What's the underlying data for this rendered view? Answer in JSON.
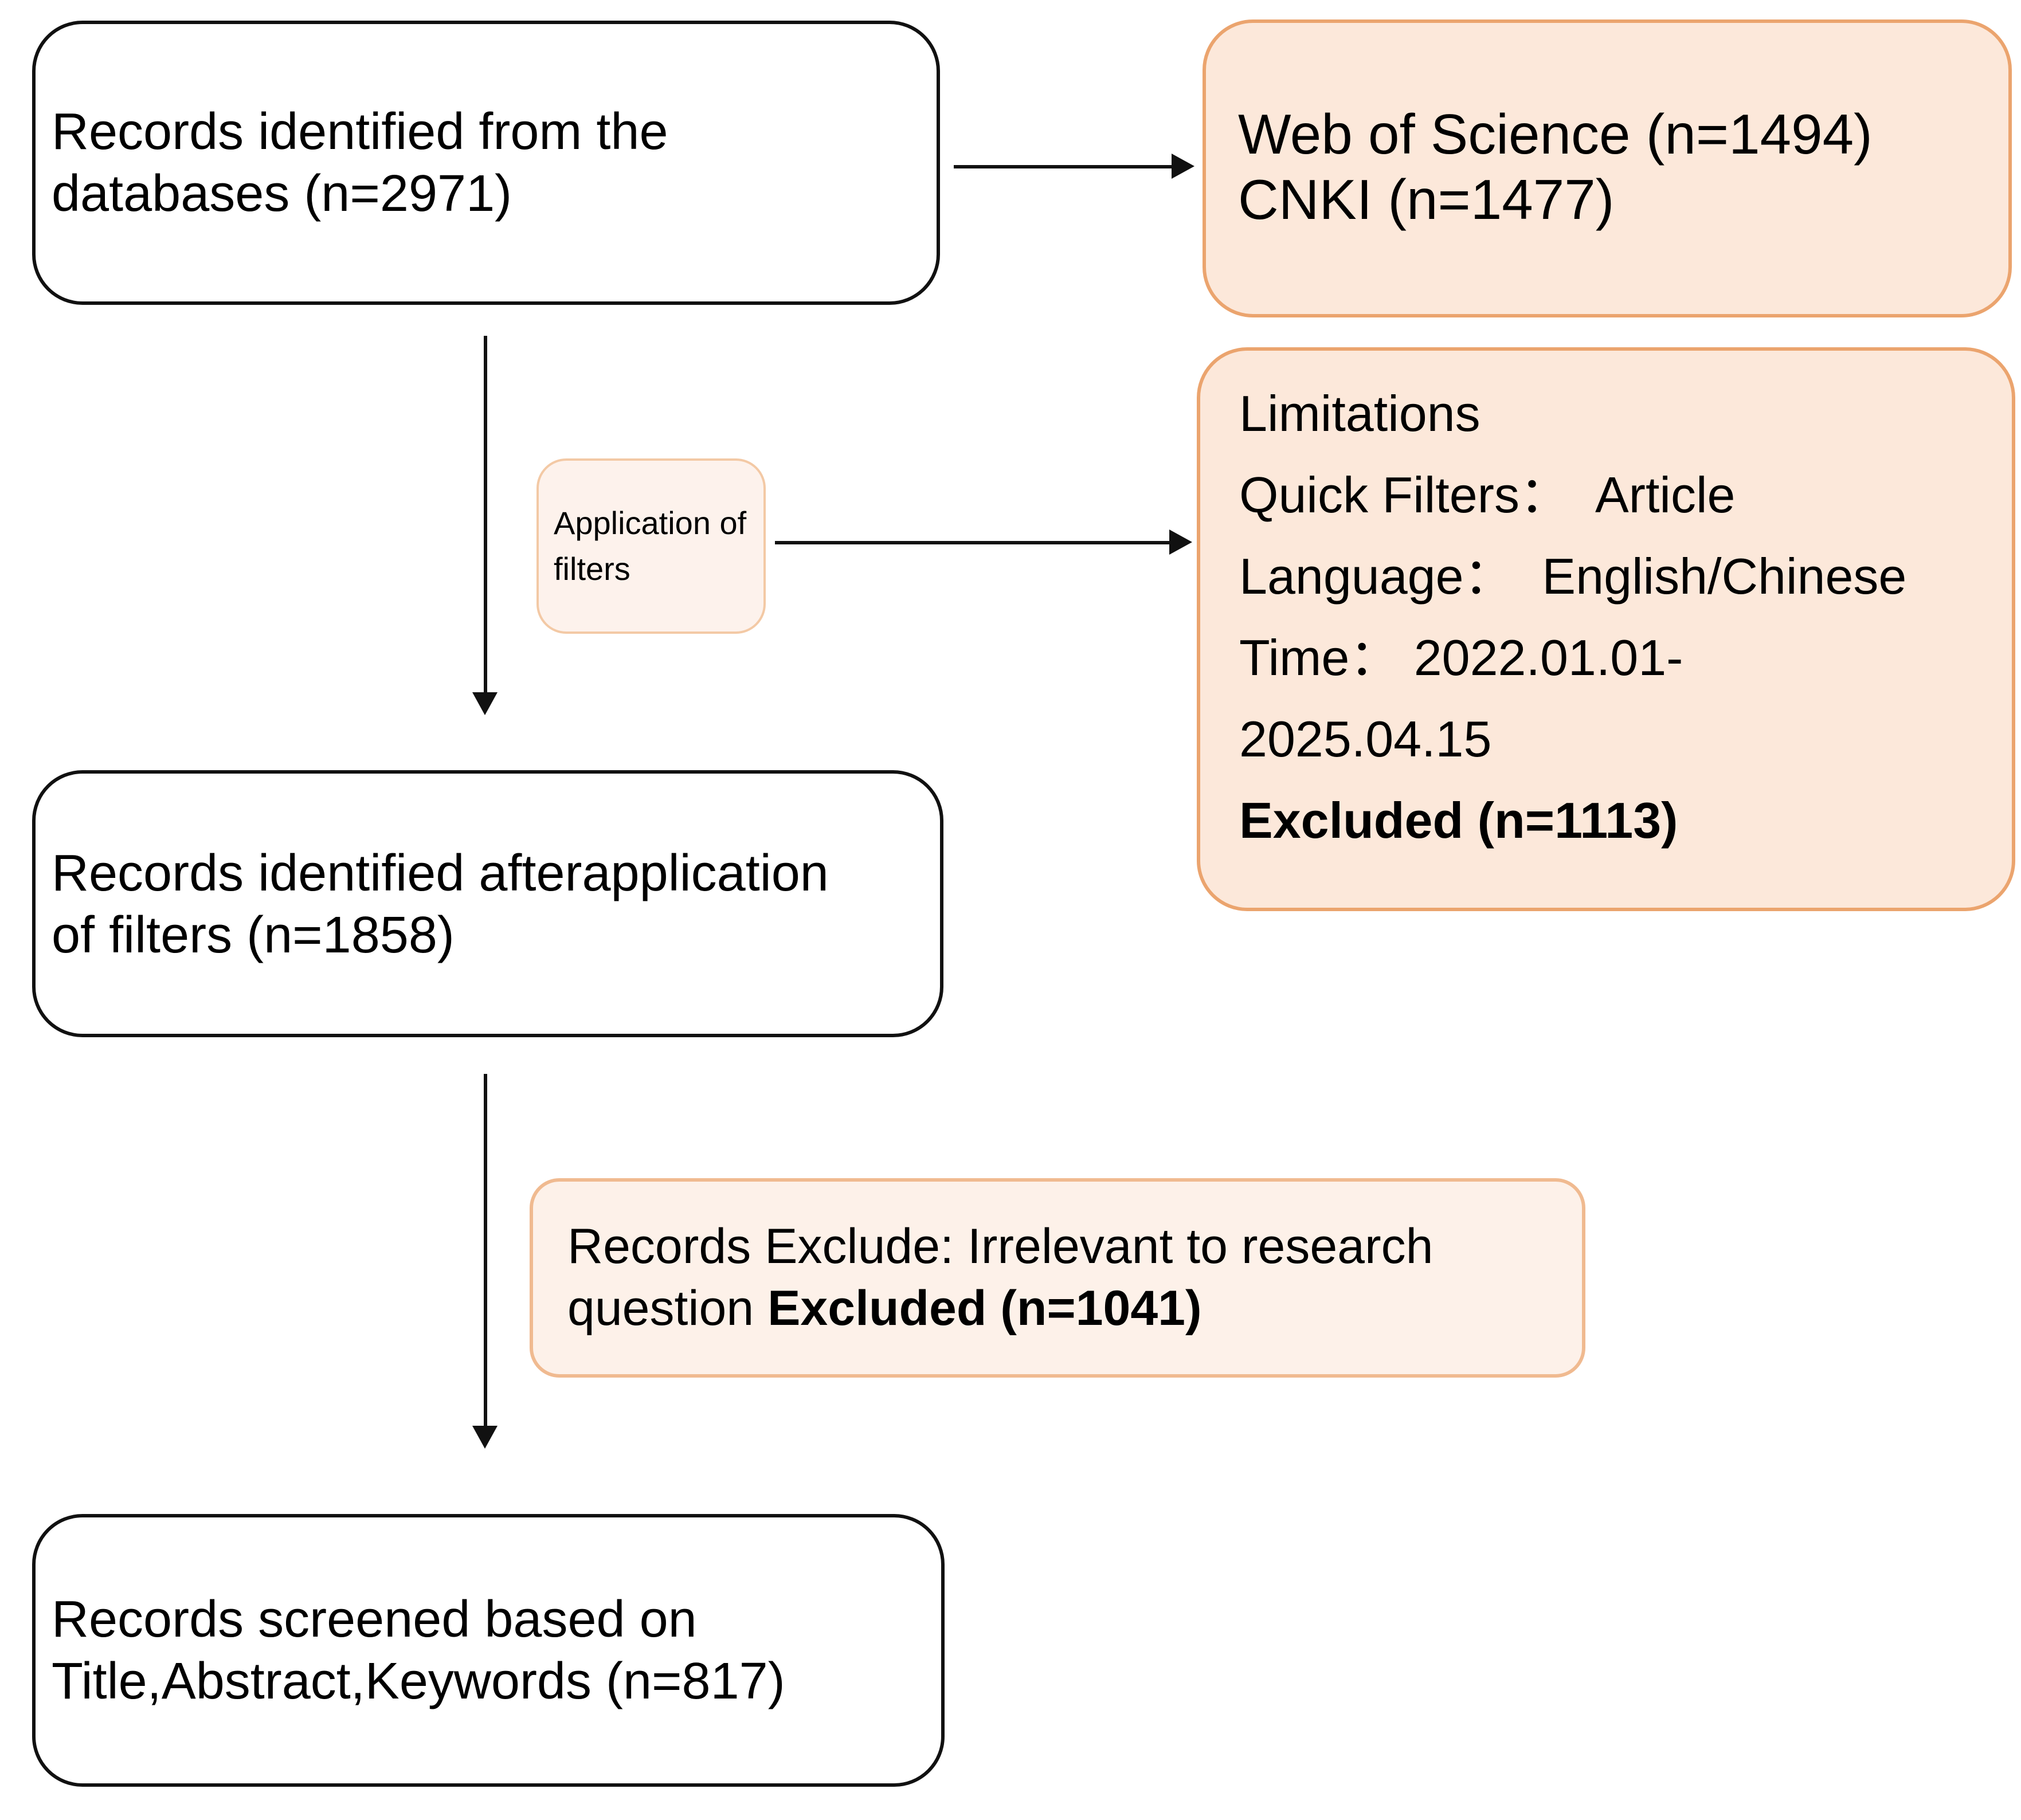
{
  "boxes": {
    "records_identified": {
      "lines": [
        "Records identified from the",
        "databases (n=2971)"
      ]
    },
    "databases": {
      "lines": [
        "Web of Science (n=1494)",
        "CNKI (n=1477)"
      ]
    },
    "application_of_filters": {
      "lines": [
        "Application of",
        "filters"
      ]
    },
    "limitations": {
      "lines": [
        "Limitations",
        "Quick Filters：  Article",
        "Language：  English/Chinese",
        "Time： 2022.01.01-",
        "2025.04.15"
      ],
      "bold_line": "Excluded (n=1113)"
    },
    "records_after_filters": {
      "lines": [
        "Records identified afterapplication",
        "of filters (n=1858)"
      ]
    },
    "records_exclude": {
      "text": "Records Exclude: Irrelevant to research question ",
      "bold_text": "Excluded (n=1041)"
    },
    "records_screened": {
      "lines": [
        "Records screened based on",
        "Title,Abstract,Keywords (n=817)"
      ]
    }
  },
  "colors": {
    "box-border-dark": "#111111",
    "peach-fill": "#FCE8DA",
    "peach-border": "#EBA46E",
    "light-fill": "#FDF2EC",
    "light-border": "#F3C9A5",
    "exclude-fill": "#FDF1E9",
    "exclude-border": "#F0BA90",
    "arrow-color": "#111111",
    "text-color": "#000000"
  }
}
